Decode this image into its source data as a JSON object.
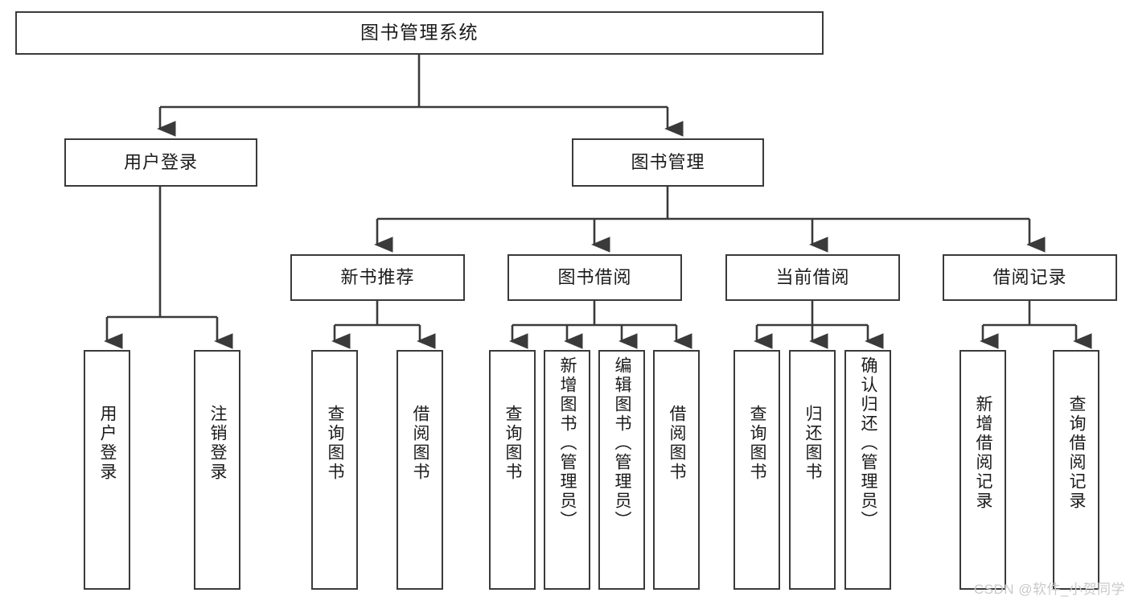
{
  "diagram": {
    "title": "图书管理系统",
    "type": "tree",
    "root": {
      "id": "root",
      "label": "图书管理系统"
    },
    "level2": [
      {
        "id": "user-login",
        "label": "用户登录"
      },
      {
        "id": "book-manage",
        "label": "图书管理"
      }
    ],
    "level3": [
      {
        "id": "new-book-recommend",
        "label": "新书推荐",
        "parent": "book-manage"
      },
      {
        "id": "book-borrow",
        "label": "图书借阅",
        "parent": "book-manage"
      },
      {
        "id": "current-borrow",
        "label": "当前借阅",
        "parent": "book-manage"
      },
      {
        "id": "borrow-record",
        "label": "借阅记录",
        "parent": "book-manage"
      }
    ],
    "leaves": [
      {
        "id": "leaf-user-login",
        "label": "用户登录",
        "parent": "user-login"
      },
      {
        "id": "leaf-logout-login",
        "label": "注销登录",
        "parent": "user-login"
      },
      {
        "id": "leaf-query-book-1",
        "label": "查询图书",
        "parent": "new-book-recommend"
      },
      {
        "id": "leaf-borrow-book-1",
        "label": "借阅图书",
        "parent": "new-book-recommend"
      },
      {
        "id": "leaf-query-book-2",
        "label": "查询图书",
        "parent": "book-borrow"
      },
      {
        "id": "leaf-add-book",
        "label": "新增图书（管理员）",
        "parent": "book-borrow"
      },
      {
        "id": "leaf-edit-book",
        "label": "编辑图书（管理员）",
        "parent": "book-borrow"
      },
      {
        "id": "leaf-borrow-book-2",
        "label": "借阅图书",
        "parent": "book-borrow"
      },
      {
        "id": "leaf-query-book-3",
        "label": "查询图书",
        "parent": "current-borrow"
      },
      {
        "id": "leaf-return-book",
        "label": "归还图书",
        "parent": "current-borrow"
      },
      {
        "id": "leaf-confirm-return",
        "label": "确认归还（管理员）",
        "parent": "current-borrow"
      },
      {
        "id": "leaf-add-record",
        "label": "新增借阅记录",
        "parent": "borrow-record"
      },
      {
        "id": "leaf-query-record",
        "label": "查询借阅记录",
        "parent": "borrow-record"
      }
    ],
    "colors": {
      "stroke": "#3a3a3a",
      "background": "#ffffff",
      "text": "#1b1b1b",
      "watermark": "#c9c9c9"
    }
  },
  "watermark": {
    "text": "CSDN @软件_小贺同学"
  }
}
